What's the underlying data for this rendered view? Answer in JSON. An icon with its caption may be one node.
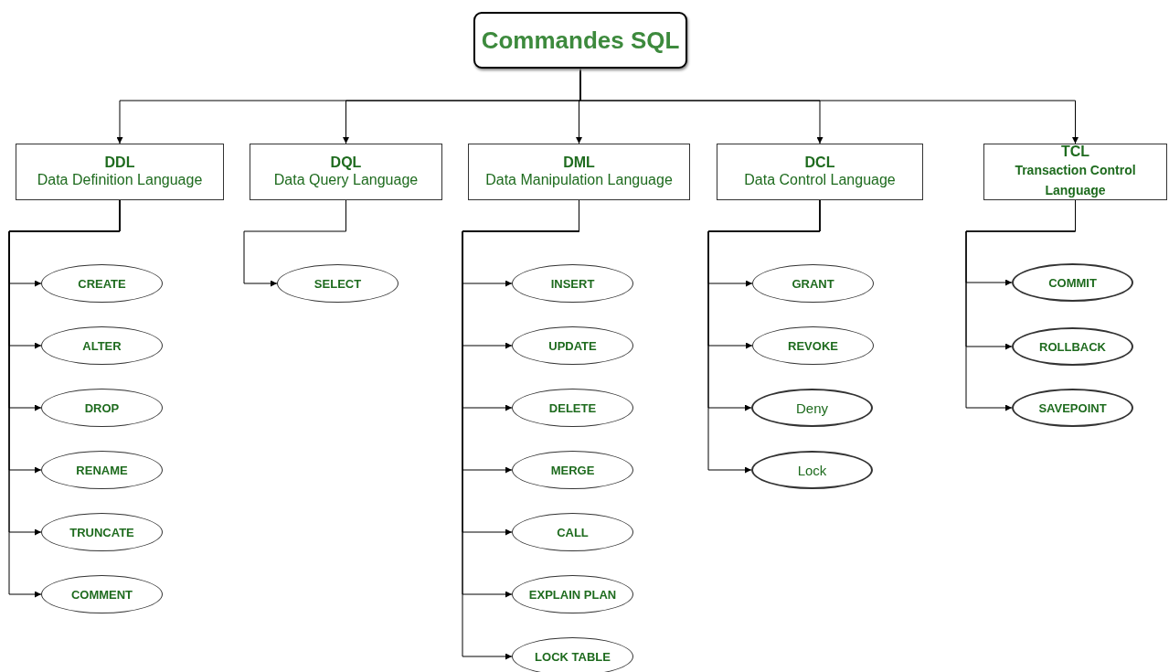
{
  "diagram": {
    "nodes": [
      {
        "text": [
          "Commandes SQL"
        ]
      },
      {
        "text": [
          "DDL",
          "Data Definition Language"
        ]
      },
      {
        "text": [
          "DQL",
          "Data Query Language"
        ]
      },
      {
        "text": [
          "DML",
          "Data Manipulation Language"
        ]
      },
      {
        "text": [
          "DCL",
          "Data Control Language"
        ]
      },
      {
        "text": [
          "TCL",
          "Transaction Control Language"
        ]
      },
      {
        "text": [
          "CREATE"
        ]
      },
      {
        "text": [
          "ALTER"
        ]
      },
      {
        "text": [
          "DROP"
        ]
      },
      {
        "text": [
          "RENAME"
        ]
      },
      {
        "text": [
          "TRUNCATE"
        ]
      },
      {
        "text": [
          "COMMENT"
        ]
      },
      {
        "text": [
          "SELECT"
        ]
      },
      {
        "text": [
          "INSERT"
        ]
      },
      {
        "text": [
          "UPDATE"
        ]
      },
      {
        "text": [
          "DELETE"
        ]
      },
      {
        "text": [
          "MERGE"
        ]
      },
      {
        "text": [
          "CALL"
        ]
      },
      {
        "text": [
          "EXPLAIN PLAN"
        ]
      },
      {
        "text": [
          "LOCK TABLE"
        ]
      },
      {
        "text": [
          "GRANT"
        ]
      },
      {
        "text": [
          "REVOKE"
        ]
      },
      {
        "text": [
          "Deny"
        ]
      },
      {
        "text": [
          "Lock"
        ]
      },
      {
        "text": [
          "COMMIT"
        ]
      },
      {
        "text": [
          "ROLLBACK"
        ]
      },
      {
        "text": [
          "SAVEPOINT"
        ]
      }
    ],
    "edges": [
      {
        "from": 0,
        "to": 1,
        "arrow": "to"
      },
      {
        "from": 0,
        "to": 2,
        "arrow": "to"
      },
      {
        "from": 0,
        "to": 3,
        "arrow": "to"
      },
      {
        "from": 0,
        "to": 4,
        "arrow": "to"
      },
      {
        "from": 0,
        "to": 5,
        "arrow": "to"
      },
      {
        "from": 1,
        "to": 6,
        "arrow": "to"
      },
      {
        "from": 1,
        "to": 7,
        "arrow": "to"
      },
      {
        "from": 1,
        "to": 8,
        "arrow": "to"
      },
      {
        "from": 1,
        "to": 9,
        "arrow": "to"
      },
      {
        "from": 1,
        "to": 10,
        "arrow": "to"
      },
      {
        "from": 1,
        "to": 11,
        "arrow": "to"
      },
      {
        "from": 2,
        "to": 12,
        "arrow": "to"
      },
      {
        "from": 3,
        "to": 13,
        "arrow": "to"
      },
      {
        "from": 3,
        "to": 14,
        "arrow": "to"
      },
      {
        "from": 3,
        "to": 15,
        "arrow": "to"
      },
      {
        "from": 3,
        "to": 16,
        "arrow": "to"
      },
      {
        "from": 3,
        "to": 17,
        "arrow": "to"
      },
      {
        "from": 3,
        "to": 18,
        "arrow": "to"
      },
      {
        "from": 3,
        "to": 19,
        "arrow": "to"
      },
      {
        "from": 4,
        "to": 20,
        "arrow": "to"
      },
      {
        "from": 4,
        "to": 21,
        "arrow": "to"
      },
      {
        "from": 4,
        "to": 22,
        "arrow": "to"
      },
      {
        "from": 4,
        "to": 23,
        "arrow": "to"
      },
      {
        "from": 5,
        "to": 24,
        "arrow": "to"
      },
      {
        "from": 5,
        "to": 25,
        "arrow": "to"
      },
      {
        "from": 5,
        "to": 26,
        "arrow": "to"
      }
    ]
  }
}
